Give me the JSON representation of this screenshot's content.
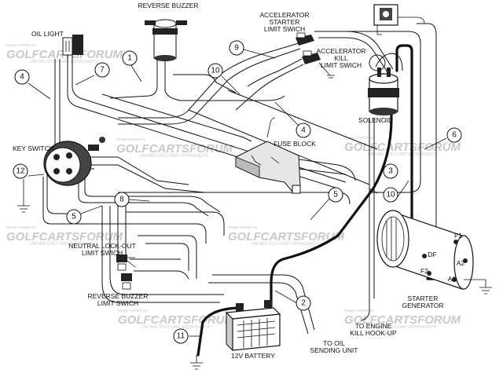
{
  "labels": {
    "reverse_buzzer": "REVERSE BUZZER",
    "oil_light": "OIL LIGHT",
    "accel_starter_1": "ACCELERATOR",
    "accel_starter_2": "STARTER",
    "accel_starter_3": "LIMIT SWICH",
    "accel_kill_1": "ACCELERATOR",
    "accel_kill_2": "KILL",
    "accel_kill_3": "LIMIT SWICH",
    "solenoid": "SOLENOID",
    "fuse_block": "FUSE BLOCK",
    "key_switch": "KEY SWITCH",
    "neutral_1": "NEUTRAL LOCK-OUT",
    "neutral_2": "LIMIT SWICH",
    "rev_buzzer_sw_1": "REVERSE BUZZER",
    "rev_buzzer_sw_2": "LIMIT SWICH",
    "battery": "12V BATTERY",
    "oil_unit_1": "TO OIL",
    "oil_unit_2": "SENDING UNIT",
    "engine_kill_1": "TO ENGINE",
    "engine_kill_2": "KILL HOOK-UP",
    "starter_gen_1": "STARTER",
    "starter_gen_2": "GENERATOR"
  },
  "terminals": {
    "f1": "F1",
    "a2": "A2",
    "a1": "A1",
    "f2": "F2",
    "df": "DF"
  },
  "wires": {
    "w1": "1",
    "w2": "2",
    "w3": "3",
    "w4a": "4",
    "w4b": "4",
    "w5a": "5",
    "w5b": "5",
    "w6": "6",
    "w7": "7",
    "w8": "8",
    "w9": "9",
    "w10a": "10",
    "w10b": "10",
    "w11": "11",
    "w12": "12"
  },
  "watermark": {
    "prefix": "Image hosted on",
    "brand_a": "GOLFCARTS",
    "brand_b": "FORUM",
    "tagline": "UNITING GOLF CART ENTHUSIASTS"
  }
}
